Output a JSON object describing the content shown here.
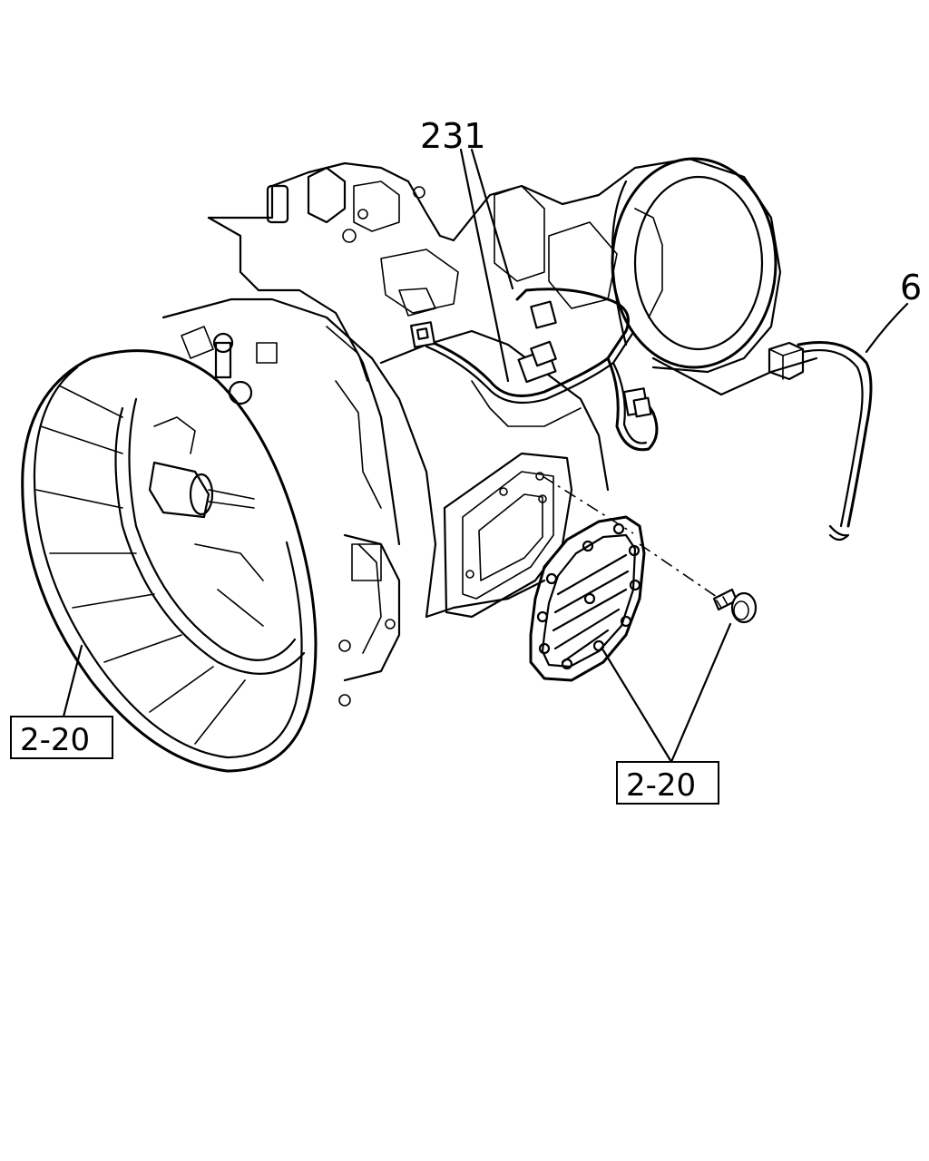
{
  "callouts": {
    "harness_part": "231",
    "sensor_part": "6",
    "reference_left": "2-20",
    "reference_right": "2-20"
  }
}
